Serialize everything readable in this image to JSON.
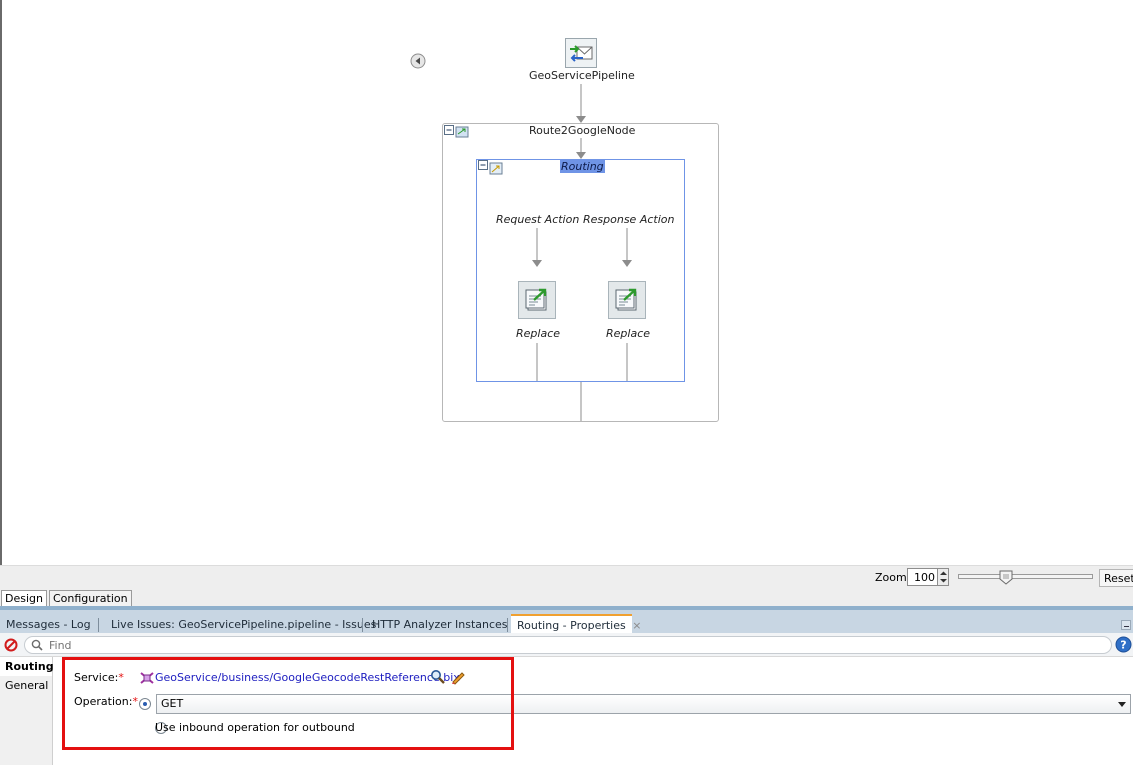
{
  "canvas": {
    "pipeline_label": "GeoServicePipeline",
    "node_label": "Route2GoogleNode",
    "routing_label": "Routing",
    "request_label": "Request Action",
    "response_label": "Response Action",
    "replace_left": "Replace",
    "replace_right": "Replace"
  },
  "zoombar": {
    "zoom_label": "Zoom:",
    "zoom_value": "100",
    "reset_label": "Reset",
    "slider_level": 0.34
  },
  "editor_tabs": [
    {
      "label": "Design",
      "active": true
    },
    {
      "label": "Configuration",
      "active": false
    }
  ],
  "dock_tabs": [
    {
      "label": "Messages - Log"
    },
    {
      "label": "Live Issues: GeoServicePipeline.pipeline - Issues"
    },
    {
      "label": "HTTP Analyzer Instances"
    },
    {
      "label": "Routing - Properties",
      "active": true,
      "close": "×"
    }
  ],
  "find": {
    "placeholder": "Find"
  },
  "side_tabs": [
    {
      "label": "Routing",
      "active": true
    },
    {
      "label": "General"
    }
  ],
  "props": {
    "service_label": "Service:",
    "service_value": "GeoService/business/GoogleGeocodeRestReference.bix",
    "operation_label": "Operation:",
    "operation_value": "GET",
    "inbound_label": "Use inbound operation for outbound",
    "required_mark": "*"
  },
  "icons": [
    "pipeline-icon",
    "collapse-icon",
    "replace-icon",
    "search-icon",
    "edit-icon",
    "help-icon",
    "stop-icon",
    "back-icon"
  ],
  "colors": {
    "accent": "#8fb0cc",
    "required": "#e41010",
    "link": "#1c1cbf",
    "highlight": "#6f94e6",
    "annotation_box": "#e41010"
  }
}
